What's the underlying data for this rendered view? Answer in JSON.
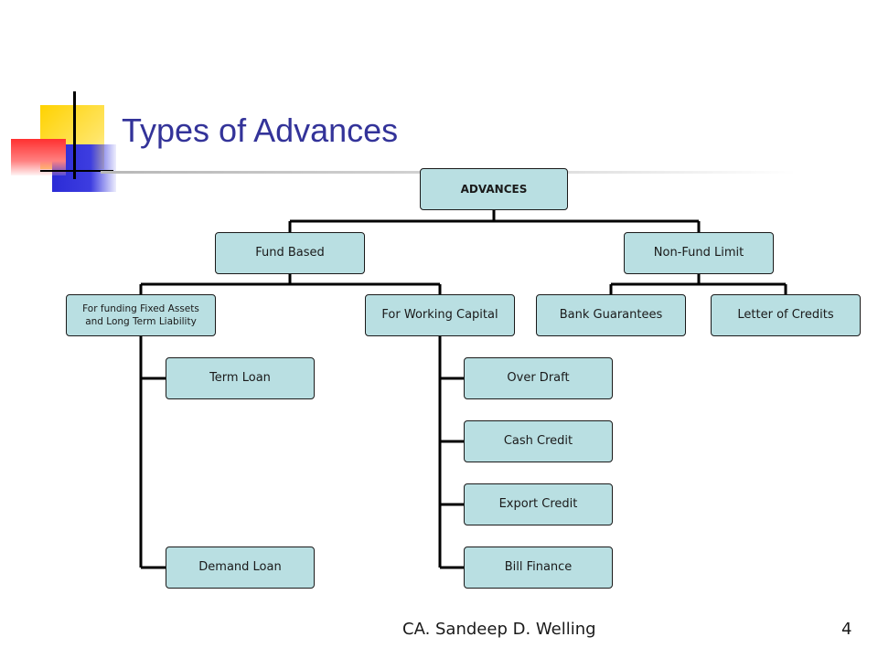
{
  "slide": {
    "title": "Types of Advances",
    "footer_author": "CA. Sandeep D. Welling",
    "page_number": "4"
  },
  "diagram": {
    "root": "ADVANCES",
    "fund_based": "Fund Based",
    "non_fund": "Non-Fund Limit",
    "fixed_assets": "For funding  Fixed Assets and Long Term Liability",
    "working_capital": "For Working Capital",
    "bank_guarantees": "Bank Guarantees",
    "letter_of_credits": "Letter of Credits",
    "term_loan": "Term Loan",
    "demand_loan": "Demand Loan",
    "over_draft": "Over Draft",
    "cash_credit": "Cash Credit",
    "export_credit": "Export Credit",
    "bill_finance": "Bill Finance"
  },
  "colors": {
    "title": "#333399",
    "node_fill": "#b9dfe2",
    "connector": "#000000"
  }
}
